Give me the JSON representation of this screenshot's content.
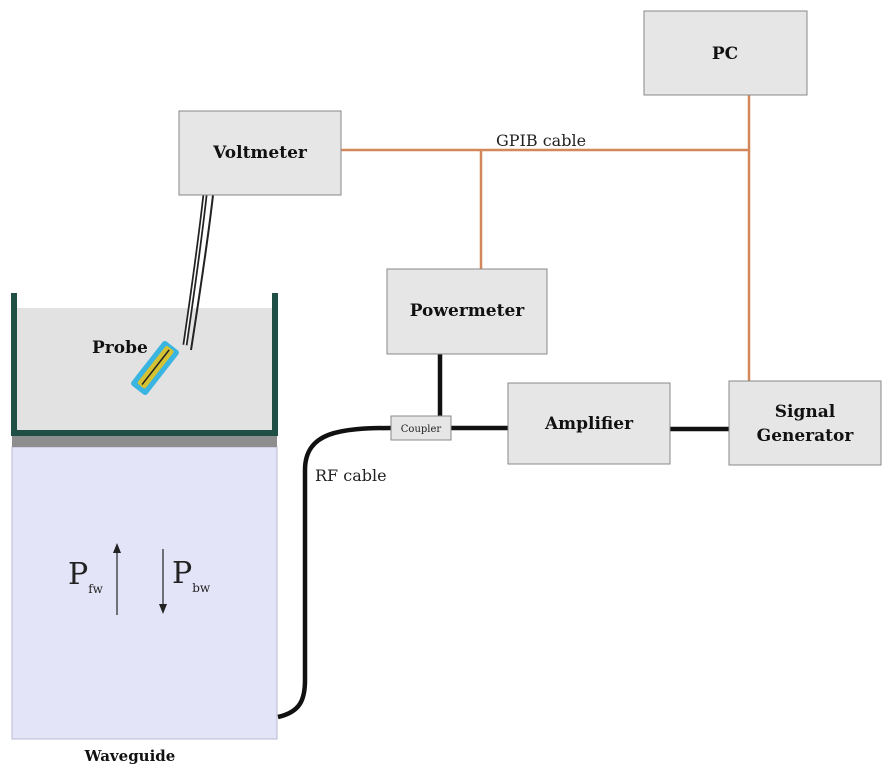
{
  "labels": {
    "pc": "PC",
    "voltmeter": "Voltmeter",
    "gpib_cable": "GPIB cable",
    "powermeter": "Powermeter",
    "probe": "Probe",
    "coupler": "Coupler",
    "amplifier": "Amplifier",
    "signal_line1": "Signal",
    "signal_line2": "Generator",
    "rf_cable": "RF cable",
    "waveguide": "Waveguide",
    "p_forward": "P",
    "p_forward_sub": "fw",
    "p_backward": "P",
    "p_backward_sub": "bw"
  },
  "colors": {
    "box_fill": "#e6e6e6",
    "box_stroke": "#888888",
    "gpib_line": "#d4875a",
    "rf_line": "#111111",
    "tank_wall": "#1f4f45",
    "tank_fill": "#e2e2e2",
    "waveguide_fill": "#e4e4f8",
    "probe_outer": "#3ab4e0",
    "probe_inner": "#d4c232"
  }
}
